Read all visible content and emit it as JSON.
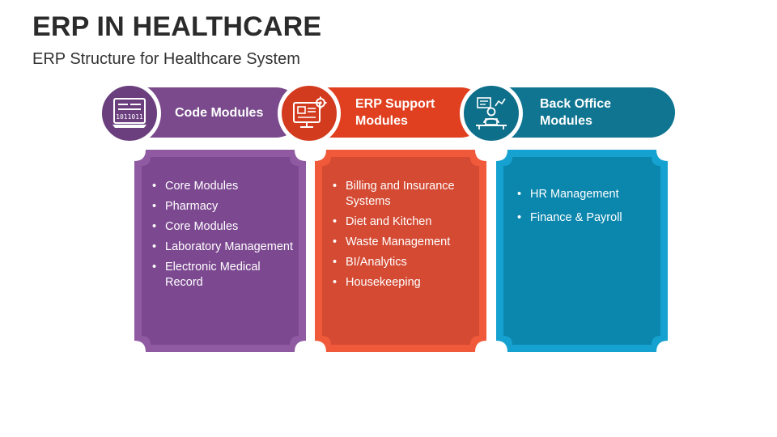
{
  "title": "ERP IN HEALTHCARE",
  "subtitle": "ERP Structure for Healthcare System",
  "modules": [
    {
      "label_line1": "Code Modules",
      "label_line2": "",
      "icon": "binary-laptop-icon",
      "bar_color": "#7a4a8c",
      "circle_color": "#6b3f7e",
      "card_outer": "#8f5aa1",
      "card_inner": "#7c4890",
      "items": [
        "Core Modules",
        "Pharmacy",
        "Core Modules",
        "Laboratory Management",
        "Electronic Medical Record"
      ]
    },
    {
      "label_line1": "ERP Support",
      "label_line2": "Modules",
      "icon": "monitor-gear-icon",
      "bar_color": "#e0401f",
      "circle_color": "#d33b1f",
      "card_outer": "#f05a3a",
      "card_inner": "#d44a33",
      "items": [
        "Billing and Insurance Systems",
        "Diet and Kitchen",
        "Waste Management",
        "BI/Analytics",
        "Housekeeping"
      ]
    },
    {
      "label_line1": "Back Office",
      "label_line2": "Modules",
      "icon": "office-worker-icon",
      "bar_color": "#0f7591",
      "circle_color": "#0e6f8a",
      "card_outer": "#16a2d1",
      "card_inner": "#0b86ad",
      "items": [
        "HR Management",
        "Finance & Payroll"
      ]
    }
  ]
}
